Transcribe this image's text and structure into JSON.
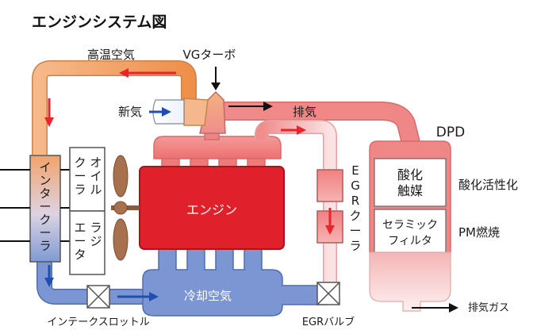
{
  "title": "エンジンシステム図",
  "labels": {
    "hot_air": "高温空気",
    "vg_turbo": "VGターボ",
    "fresh_air": "新気",
    "exhaust": "排気",
    "dpd": "DPD",
    "intercooler": "インタークーラ",
    "oil_cooler": "オイルクーラ",
    "radiator": "ラジエータ",
    "engine": "エンジン",
    "egr_cooler": "EGRクーラ",
    "oxidation_catalyst": "酸化触媒",
    "oxidation_activation": "酸化活性化",
    "ceramic_filter": "セラミックフィルタ",
    "pm_combustion": "PM燃焼",
    "cooled_air": "冷却空気",
    "intake_throttle": "インテークスロットル",
    "egr_valve": "EGRバルブ",
    "exhaust_gas": "排気ガス"
  },
  "split": {
    "oxidation_catalyst": [
      "酸化",
      "触媒"
    ],
    "ceramic_filter": [
      "セラミック",
      "フィルタ"
    ]
  },
  "colors": {
    "hot_orange": "#f2a25c",
    "exhaust_pink": "#f08c8c",
    "engine_red": "#e0202a",
    "cool_blue": "#6f8fcf",
    "arrow_red": "#e8242c",
    "arrow_blue": "#1f4fb0",
    "fan_brown": "#a8714e"
  }
}
